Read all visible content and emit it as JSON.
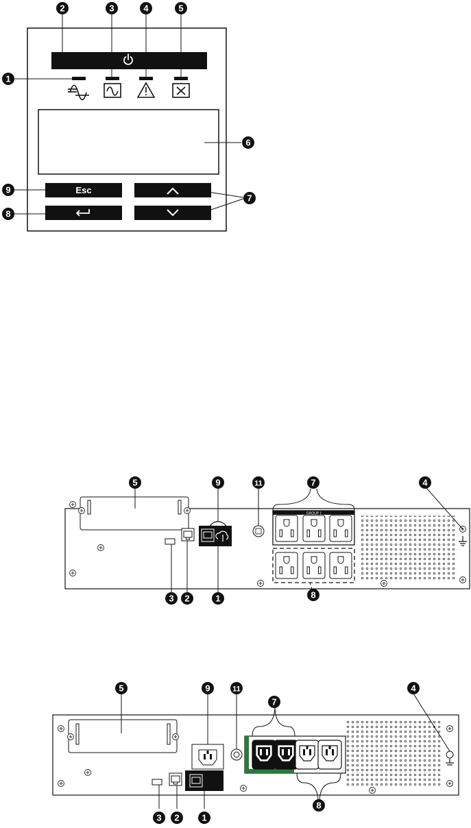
{
  "front_panel": {
    "callouts": [
      "2",
      "3",
      "4",
      "5",
      "1",
      "6",
      "9",
      "8",
      "7"
    ],
    "buttons": {
      "esc_label": "Esc"
    }
  },
  "rear_panel_1": {
    "callouts": [
      "5",
      "9",
      "11",
      "7",
      "4",
      "3",
      "2",
      "1",
      "8"
    ],
    "group_label": "GROUP 1"
  },
  "rear_panel_2": {
    "callouts": [
      "5",
      "9",
      "11",
      "7",
      "4",
      "3",
      "2",
      "1",
      "8"
    ]
  },
  "icons": {
    "power": "power-icon",
    "ac_input": "ac-sine-icon",
    "battery_mode": "battery-sine-icon",
    "alarm": "warning-icon",
    "battery_fault": "battery-x-icon",
    "up": "chevron-up-icon",
    "down": "chevron-down-icon",
    "enter": "enter-arrow-icon",
    "ground": "ground-icon"
  }
}
